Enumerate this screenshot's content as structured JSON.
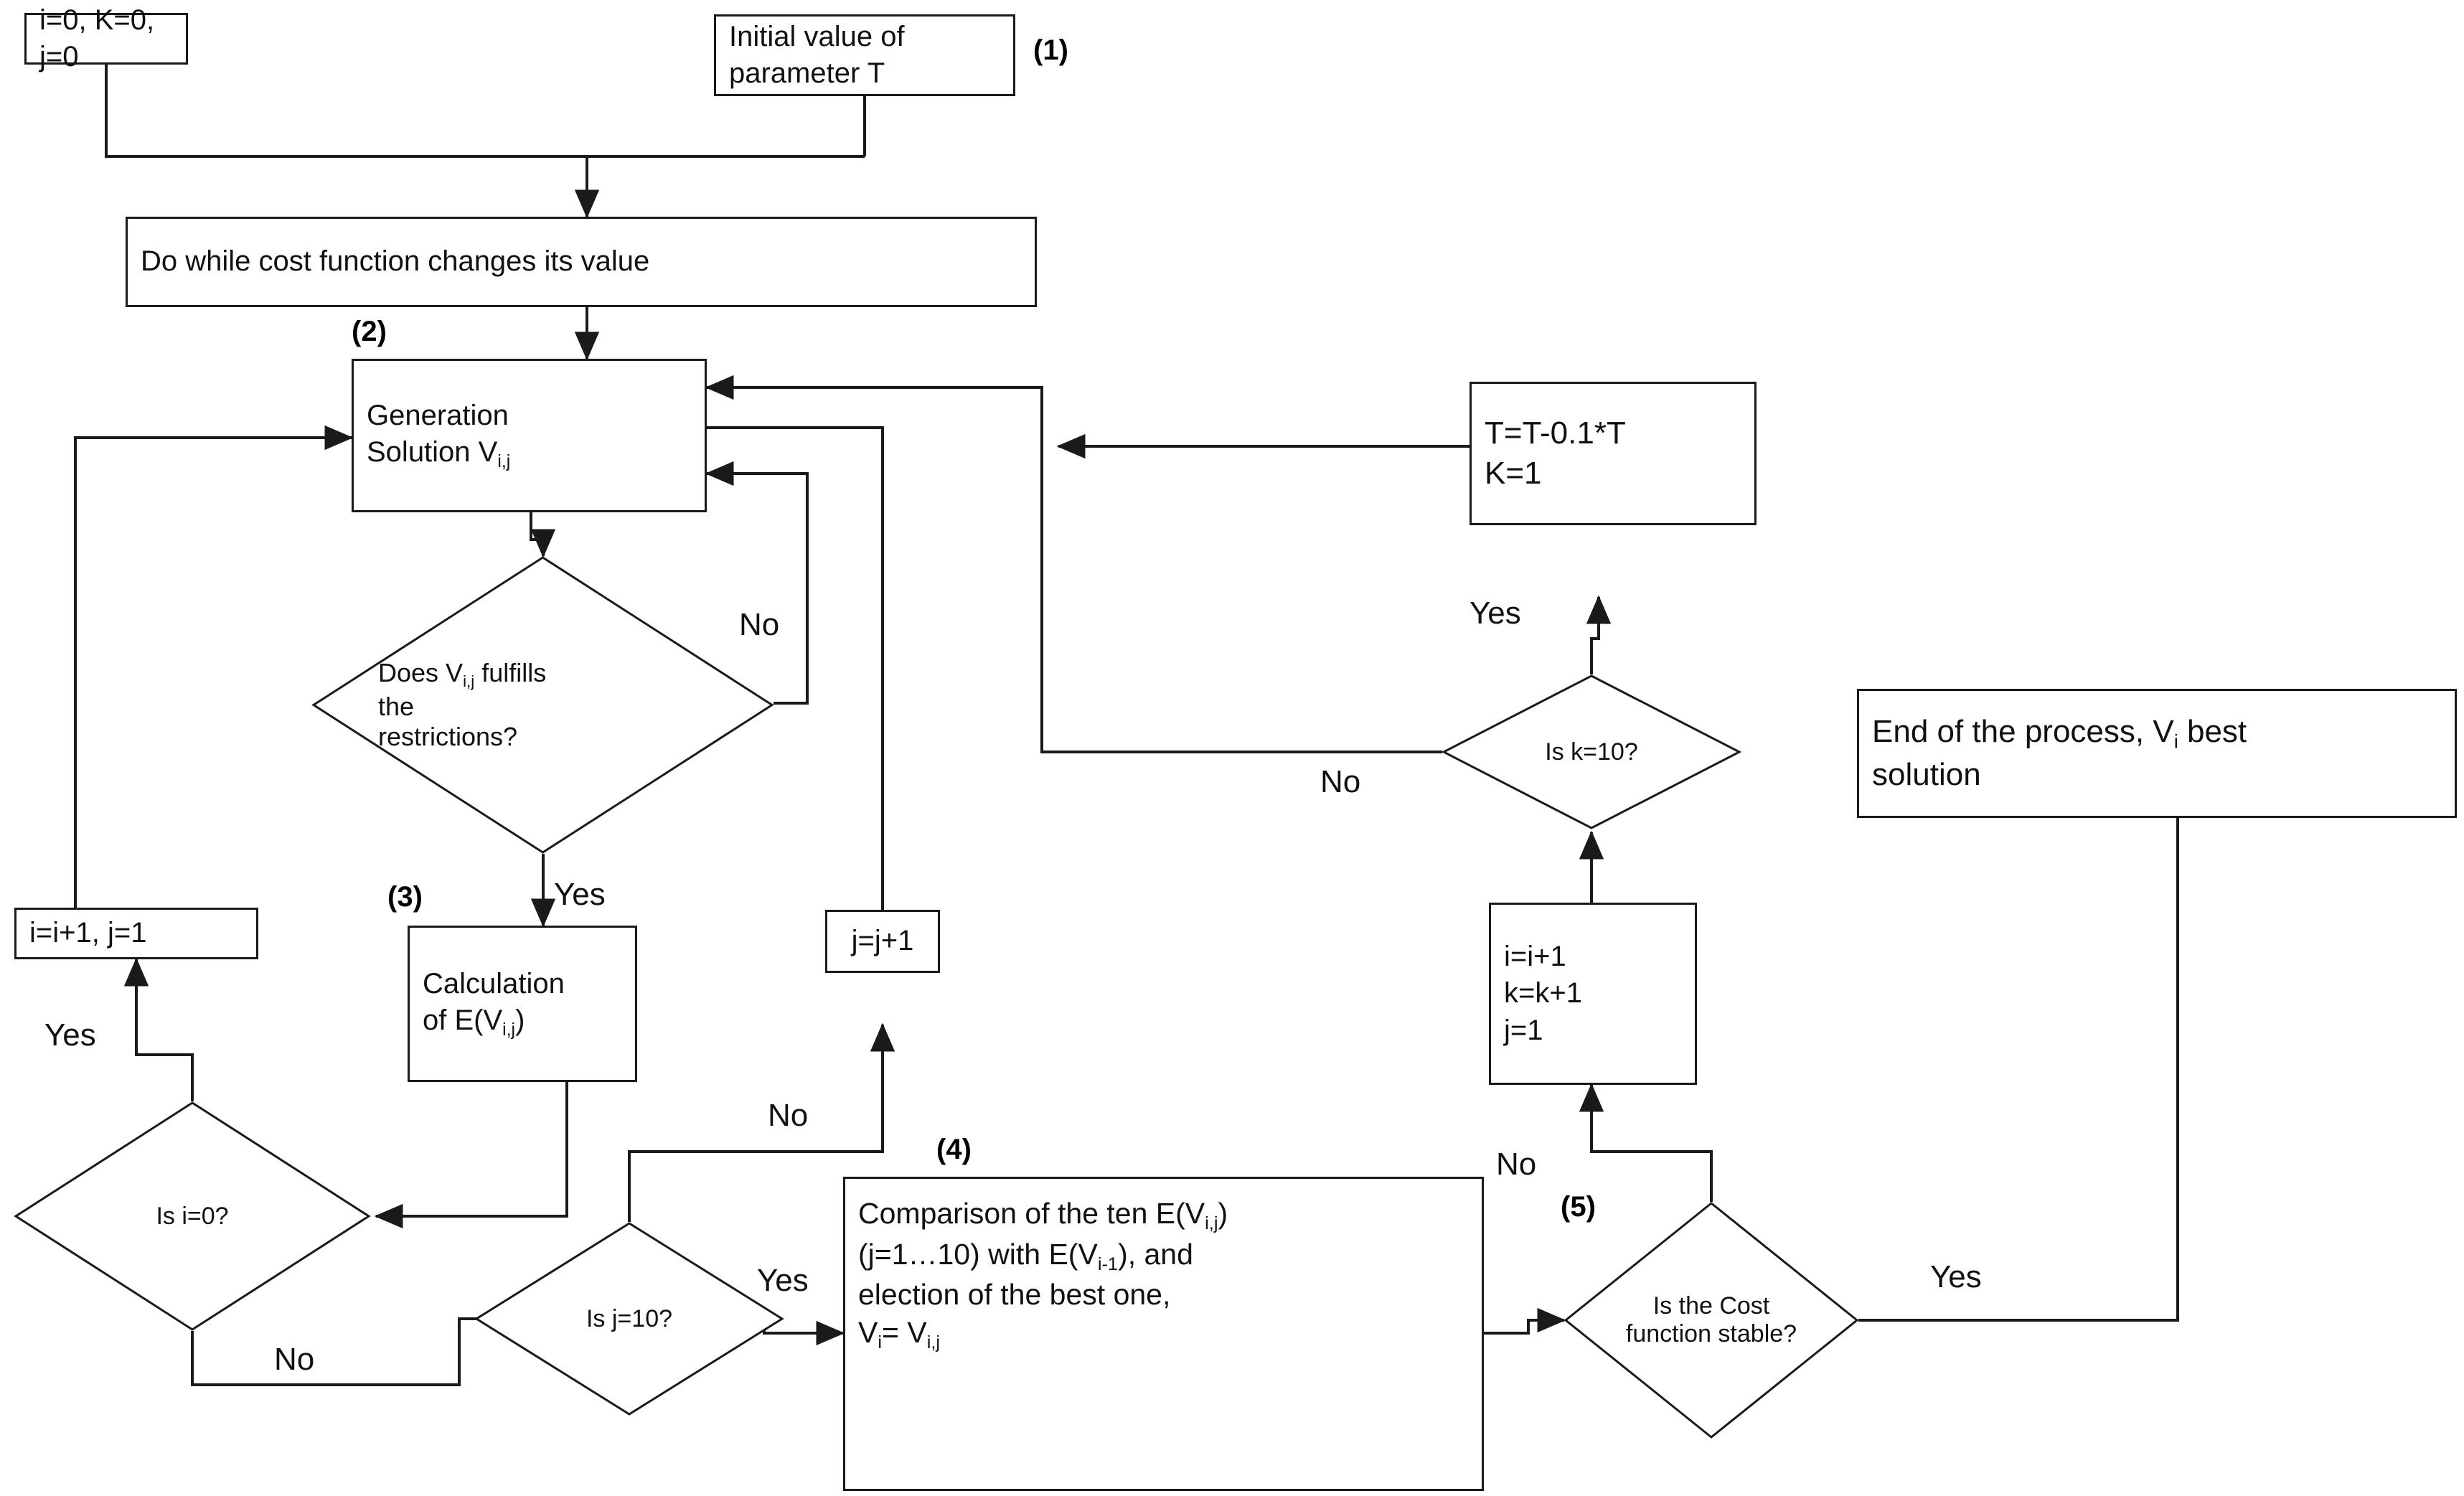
{
  "diagram": {
    "title": "Simulated annealing algorithm flowchart",
    "line_color": "#1a1a1a",
    "fill_color": "#ffffff",
    "text_color": "#111111"
  },
  "nodes": {
    "init_counters": {
      "text": "i=0, K=0, j=0"
    },
    "init_temperature": {
      "text": "Initial value of parameter T"
    },
    "do_while": {
      "text": "Do while cost function changes its value"
    },
    "generation": {
      "line1": "Generation",
      "line2": "Solution V",
      "line2_sub": "i,j"
    },
    "restrictions": {
      "l1": "Does  V",
      "l1sub": "i,j",
      "l1b": " fulfills",
      "l2": "the",
      "l3": "restrictions?"
    },
    "calculation": {
      "line1": "Calculation",
      "line2": "of E(V",
      "line2_sub": "i,j",
      "line2_end": ")"
    },
    "i_increment": {
      "text": "i=i+1, j=1"
    },
    "is_i_zero": {
      "text": "Is i=0?"
    },
    "is_j_ten": {
      "text": "Is j=10?"
    },
    "j_increment": {
      "text": "j=j+1"
    },
    "comparison": {
      "l1a": "Comparison of the ten E(V",
      "l1sub": "i,j",
      "l1b": ")",
      "l2a": "(j=1…10) with E(V",
      "l2sub": "i-1",
      "l2b": "), and",
      "l3": "election of the best one,",
      "l4a": "V",
      "l4sub1": "i",
      "l4b": "= V",
      "l4sub2": "i,j"
    },
    "cost_stable": {
      "l1": "Is the Cost",
      "l2": "function stable?"
    },
    "ijk_increment": {
      "l1": "i=i+1",
      "l2": "k=k+1",
      "l3": "j=1"
    },
    "is_k_ten": {
      "text": "Is k=10?"
    },
    "temperature_update": {
      "l1": "T=T-0.1*T",
      "l2": "K=1"
    },
    "end_process": {
      "l1a": "End of the process, V",
      "l1sub": "i",
      "l1b": " best",
      "l2": "solution"
    }
  },
  "step_labels": {
    "one": "(1)",
    "two": "(2)",
    "three": "(3)",
    "four": "(4)",
    "five": "(5)"
  },
  "edge_labels": {
    "restrictions_no": "No",
    "restrictions_yes": "Yes",
    "is_i_zero_yes": "Yes",
    "is_i_zero_no": "No",
    "is_j_ten_no": "No",
    "is_j_ten_yes": "Yes",
    "cost_stable_no": "No",
    "cost_stable_yes": "Yes",
    "is_k_ten_yes": "Yes",
    "is_k_ten_no": "No"
  }
}
